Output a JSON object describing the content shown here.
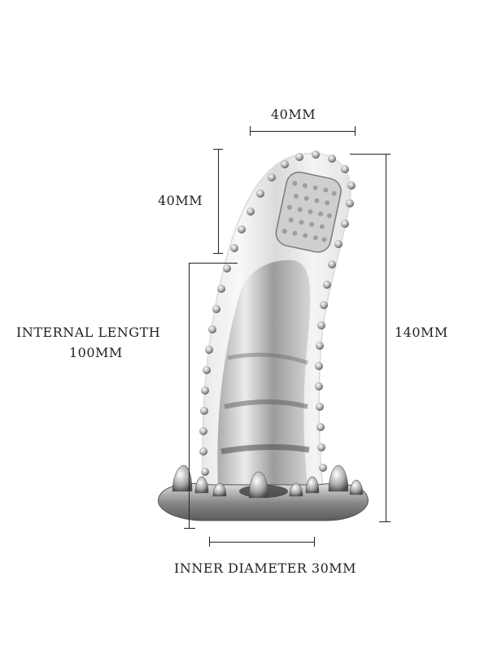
{
  "labels": {
    "top_width": "40MM",
    "tip_height": "40MM",
    "internal_length_line1": "INTERNAL LENGTH",
    "internal_length_line2": "100MM",
    "total_length": "140MM",
    "inner_diameter": "INNER DIAMETER 30MM"
  }
}
